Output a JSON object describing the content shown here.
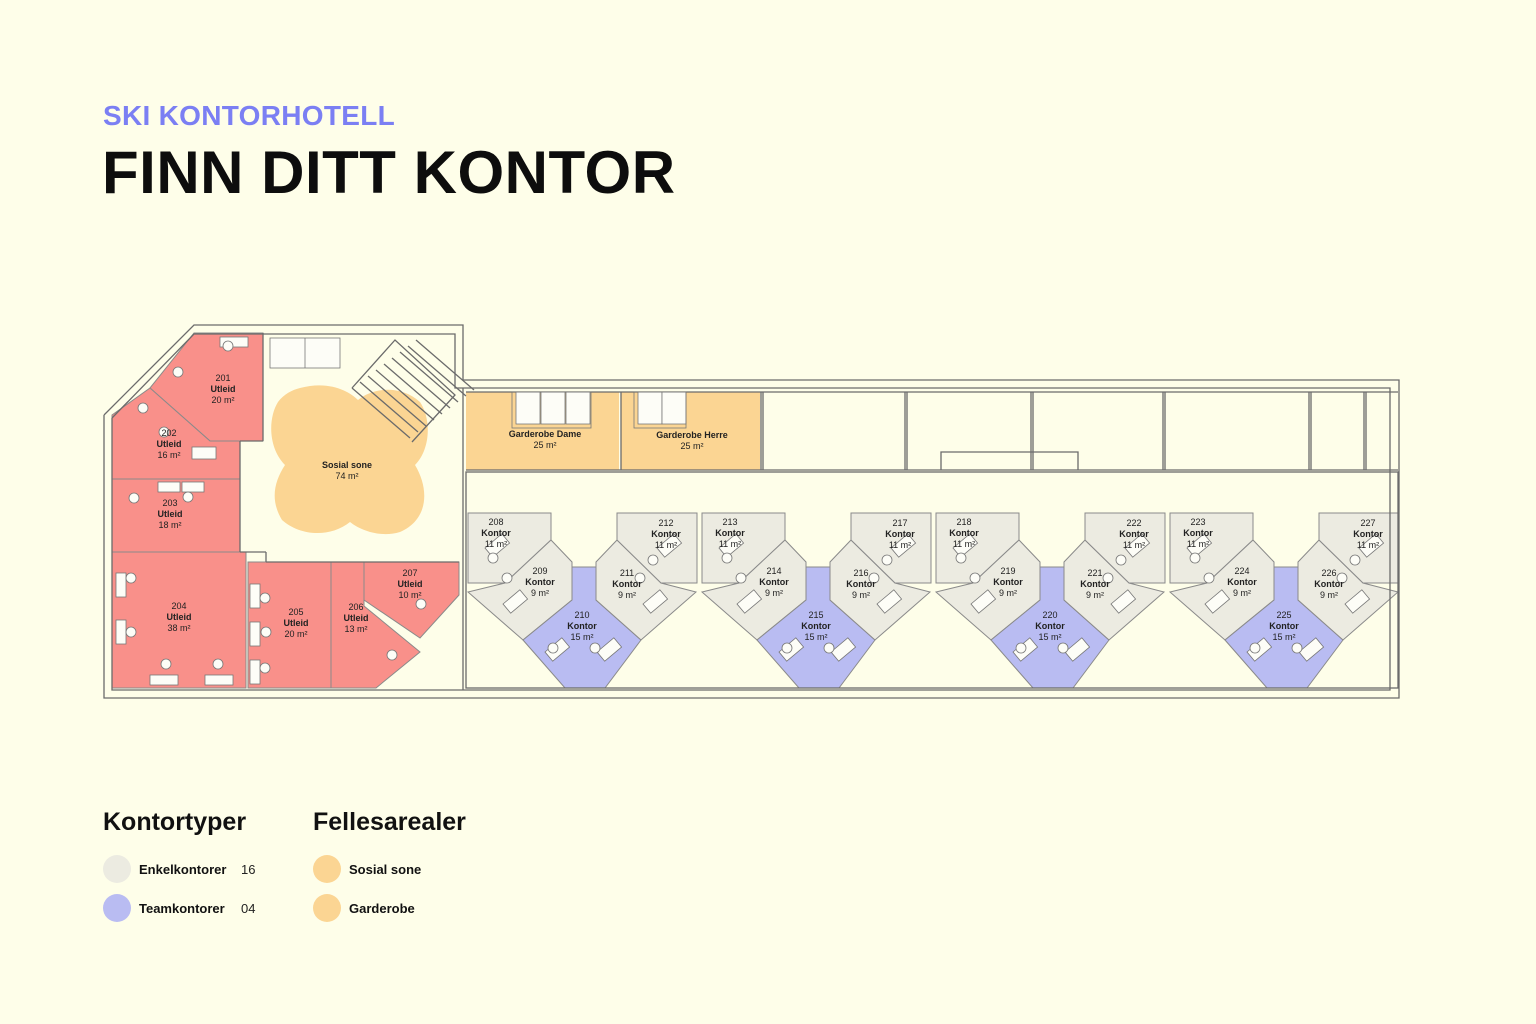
{
  "header": {
    "subtitle": "SKI KONTORHOTELL",
    "title": "FINN DITT KONTOR"
  },
  "colors": {
    "background": "#fefee9",
    "rented": "#f9908a",
    "single": "#ecebe1",
    "team": "#b9bcf2",
    "common": "#fbd593",
    "accent": "#7b7ff3",
    "wall": "#6b6b6b"
  },
  "rooms": [
    {
      "id": "201",
      "status": "Utleid",
      "area": "20 m²",
      "type": "rented"
    },
    {
      "id": "202",
      "status": "Utleid",
      "area": "16 m²",
      "type": "rented"
    },
    {
      "id": "203",
      "status": "Utleid",
      "area": "18 m²",
      "type": "rented"
    },
    {
      "id": "204",
      "status": "Utleid",
      "area": "38 m²",
      "type": "rented"
    },
    {
      "id": "205",
      "status": "Utleid",
      "area": "20 m²",
      "type": "rented"
    },
    {
      "id": "206",
      "status": "Utleid",
      "area": "13 m²",
      "type": "rented"
    },
    {
      "id": "207",
      "status": "Utleid",
      "area": "10 m²",
      "type": "rented"
    },
    {
      "id": "208",
      "status": "Kontor",
      "area": "11 m²",
      "type": "single"
    },
    {
      "id": "209",
      "status": "Kontor",
      "area": "9 m²",
      "type": "single"
    },
    {
      "id": "210",
      "status": "Kontor",
      "area": "15 m²",
      "type": "team"
    },
    {
      "id": "211",
      "status": "Kontor",
      "area": "9 m²",
      "type": "single"
    },
    {
      "id": "212",
      "status": "Kontor",
      "area": "11 m²",
      "type": "single"
    },
    {
      "id": "213",
      "status": "Kontor",
      "area": "11 m²",
      "type": "single"
    },
    {
      "id": "214",
      "status": "Kontor",
      "area": "9 m²",
      "type": "single"
    },
    {
      "id": "215",
      "status": "Kontor",
      "area": "15 m²",
      "type": "team"
    },
    {
      "id": "216",
      "status": "Kontor",
      "area": "9 m²",
      "type": "single"
    },
    {
      "id": "217",
      "status": "Kontor",
      "area": "11 m²",
      "type": "single"
    },
    {
      "id": "218",
      "status": "Kontor",
      "area": "11 m²",
      "type": "single"
    },
    {
      "id": "219",
      "status": "Kontor",
      "area": "9 m²",
      "type": "single"
    },
    {
      "id": "220",
      "status": "Kontor",
      "area": "15 m²",
      "type": "team"
    },
    {
      "id": "221",
      "status": "Kontor",
      "area": "9 m²",
      "type": "single"
    },
    {
      "id": "222",
      "status": "Kontor",
      "area": "11 m²",
      "type": "single"
    },
    {
      "id": "223",
      "status": "Kontor",
      "area": "11 m²",
      "type": "single"
    },
    {
      "id": "224",
      "status": "Kontor",
      "area": "9 m²",
      "type": "single"
    },
    {
      "id": "225",
      "status": "Kontor",
      "area": "15 m²",
      "type": "team"
    },
    {
      "id": "226",
      "status": "Kontor",
      "area": "9 m²",
      "type": "single"
    },
    {
      "id": "227",
      "status": "Kontor",
      "area": "11 m²",
      "type": "single"
    }
  ],
  "common_areas": [
    {
      "name": "Sosial sone",
      "area": "74 m²"
    },
    {
      "name": "Garderobe Dame",
      "area": "25 m²"
    },
    {
      "name": "Garderobe Herre",
      "area": "25 m²"
    }
  ],
  "legend": {
    "office_types": {
      "title": "Kontortyper",
      "items": [
        {
          "label": "Enkelkontorer",
          "count": "16",
          "color": "#ecebe1"
        },
        {
          "label": "Teamkontorer",
          "count": "04",
          "color": "#b9bcf2"
        }
      ]
    },
    "common": {
      "title": "Fellesarealer",
      "items": [
        {
          "label": "Sosial sone",
          "color": "#fbd593"
        },
        {
          "label": "Garderobe",
          "color": "#fbd593"
        }
      ]
    }
  }
}
